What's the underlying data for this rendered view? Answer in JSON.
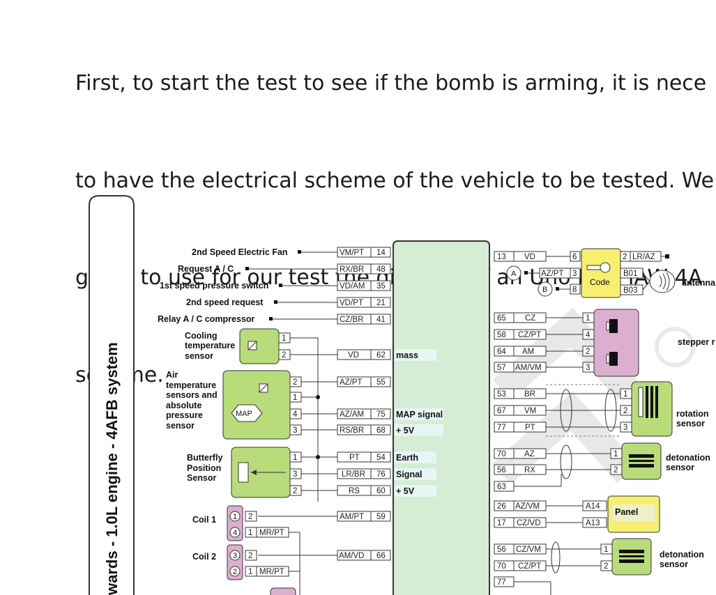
{
  "intro": {
    "lines": [
      "First, to start the test to see if the bomb is arming, it is nece",
      "to have the electrical scheme of the vehicle to be tested. We",
      "going to use for our test the diagram of an Uno Fire, IAW 4A",
      "scheme."
    ]
  },
  "diagram": {
    "title": "wards - 1.0L engine - 4AFB system",
    "left_signals": [
      {
        "label": "2nd Speed Electric Fan",
        "code": "VM/PT",
        "pin": "14"
      },
      {
        "label": "Request A / C",
        "code": "RX/BR",
        "pin": "48"
      },
      {
        "label": "1st speed pressure switch",
        "code": "VD/AM",
        "pin": "35"
      },
      {
        "label": "2nd speed request",
        "code": "VD/PT",
        "pin": "21"
      },
      {
        "label": "Relay A / C compressor",
        "code": "CZ/BR",
        "pin": "41"
      }
    ],
    "cooling": {
      "l1": "Cooling",
      "l2": "temperature",
      "l3": "sensor",
      "p1": "1",
      "p2": "2"
    },
    "air": {
      "l1": "Air",
      "l2": "temperature",
      "l3": "sensors and",
      "l4": "absolute",
      "l5": "pressure",
      "l6": "sensor",
      "map": "MAP",
      "p1": "2",
      "p2": "1",
      "p3": "4",
      "p4": "3"
    },
    "butterfly": {
      "l1": "Butterfly",
      "l2": "Position",
      "l3": "Sensor",
      "p1": "1",
      "p2": "3",
      "p3": "2"
    },
    "coil1": {
      "label": "Coil 1",
      "c1": "1",
      "c2": "4",
      "p1": "2",
      "p2": "1",
      "code": "MR/PT"
    },
    "coil2": {
      "label": "Coil 2",
      "c1": "3",
      "c2": "2",
      "p1": "2",
      "p2": "1",
      "code": "MR/PT"
    },
    "ecu_left": [
      {
        "code": "VD",
        "pin": "62",
        "sig": "mass"
      },
      {
        "code": "AZ/PT",
        "pin": "55",
        "sig": ""
      },
      {
        "code": "AZ/AM",
        "pin": "75",
        "sig": "MAP signal"
      },
      {
        "code": "RS/BR",
        "pin": "68",
        "sig": "+ 5V"
      },
      {
        "code": "PT",
        "pin": "54",
        "sig": "Earth"
      },
      {
        "code": "LR/BR",
        "pin": "76",
        "sig": "Signal"
      },
      {
        "code": "RS",
        "pin": "60",
        "sig": "+ 5V"
      },
      {
        "code": "AM/PT",
        "pin": "59",
        "sig": ""
      },
      {
        "code": "AM/VD",
        "pin": "66",
        "sig": ""
      }
    ],
    "ecu_right": [
      {
        "pin": "13",
        "code": "VD"
      },
      {
        "pin": "65",
        "code": "CZ"
      },
      {
        "pin": "58",
        "code": "CZ/PT"
      },
      {
        "pin": "64",
        "code": "AM"
      },
      {
        "pin": "57",
        "code": "AM/VM"
      },
      {
        "pin": "53",
        "code": "BR"
      },
      {
        "pin": "67",
        "code": "VM"
      },
      {
        "pin": "77",
        "code": "PT"
      },
      {
        "pin": "70",
        "code": "AZ"
      },
      {
        "pin": "56",
        "code": "RX"
      },
      {
        "pin": "63",
        "code": ""
      },
      {
        "pin": "26",
        "code": "AZ/VM"
      },
      {
        "pin": "17",
        "code": "CZ/VD"
      },
      {
        "pin": "56",
        "code": "CZ/VM"
      },
      {
        "pin": "70",
        "code": "CZ/PT"
      },
      {
        "pin": "77",
        "code": ""
      }
    ],
    "code_block": {
      "a": "A",
      "b": "B",
      "a_code": "AZ/PT",
      "a_pin": "3",
      "b_pin": "8",
      "top_pin": "6",
      "label": "Code",
      "r1": "2",
      "r1_code": "LR/AZ",
      "r2": "B01",
      "r3": "B03",
      "antenna": "antenna"
    },
    "stepper": {
      "p1": "1",
      "p2": "4",
      "p3": "2",
      "p4": "3",
      "label": "stepper r"
    },
    "rotation": {
      "p1": "1",
      "p2": "2",
      "p3": "3",
      "l1": "rotation",
      "l2": "sensor"
    },
    "detonation1": {
      "p1": "1",
      "p2": "2",
      "l1": "detonation",
      "l2": "sensor"
    },
    "panel": {
      "label": "Panel",
      "a1": "A14",
      "a2": "A13"
    },
    "detonation2": {
      "p1": "1",
      "p2": "2",
      "l1": "detonation",
      "l2": "sensor"
    }
  }
}
